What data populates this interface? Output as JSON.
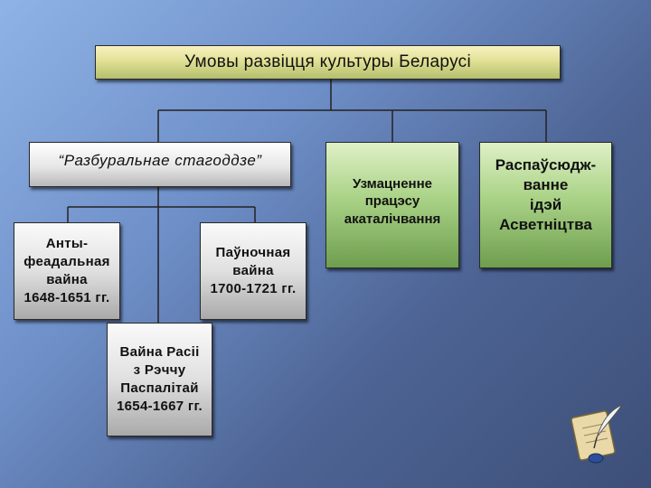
{
  "title": "Умовы развіцця культуры Беларусі",
  "era": {
    "label": "“Разбуральнае стагоддзе”"
  },
  "enhancement": {
    "label": "Узмацненне\nпрацэсу\nакаталічвання"
  },
  "spread": {
    "label": "Распаўсюдж-\nванне\nідэй\nАсветніцтва"
  },
  "wars": [
    {
      "label": "Анты-\nфеадальная\nвайна\n1648-1651 гг."
    },
    {
      "label": "Паўночная\nвайна\n1700-1721 гг."
    },
    {
      "label": "Вайна Расіі\nз Рэччу\nПаспалітай\n1654-1667 гг."
    }
  ],
  "decoration": {
    "icon": "quill-scroll-icon"
  },
  "colors": {
    "title_box": "#e5e39a",
    "green_box": "#a9d286",
    "gray_box": "#e0e0e0",
    "background": "#5d7bb0"
  }
}
